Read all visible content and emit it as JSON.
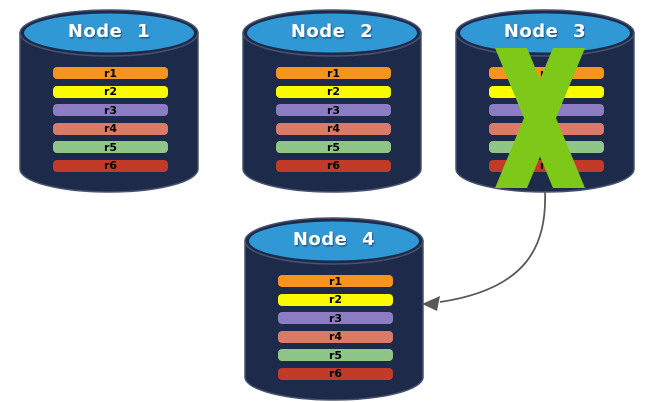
{
  "nodes": [
    {
      "id": "node-1",
      "label": "Node 1",
      "crossed_out": false,
      "rows": [
        {
          "label": "r1",
          "color": "#F7941D"
        },
        {
          "label": "r2",
          "color": "#FBFB00"
        },
        {
          "label": "r3",
          "color": "#8C7CC2"
        },
        {
          "label": "r4",
          "color": "#DC7A68"
        },
        {
          "label": "r5",
          "color": "#8FC687"
        },
        {
          "label": "r6",
          "color": "#C23A28"
        }
      ]
    },
    {
      "id": "node-2",
      "label": "Node 2",
      "crossed_out": false,
      "rows": [
        {
          "label": "r1",
          "color": "#F7941D"
        },
        {
          "label": "r2",
          "color": "#FBFB00"
        },
        {
          "label": "r3",
          "color": "#8C7CC2"
        },
        {
          "label": "r4",
          "color": "#DC7A68"
        },
        {
          "label": "r5",
          "color": "#8FC687"
        },
        {
          "label": "r6",
          "color": "#C23A28"
        }
      ]
    },
    {
      "id": "node-3",
      "label": "Node 3",
      "crossed_out": true,
      "rows": [
        {
          "label": "r1",
          "color": "#F7941D"
        },
        {
          "label": "r2",
          "color": "#FBFB00"
        },
        {
          "label": "r3",
          "color": "#8C7CC2"
        },
        {
          "label": "r4",
          "color": "#DC7A68"
        },
        {
          "label": "r5",
          "color": "#8FC687"
        },
        {
          "label": "r6",
          "color": "#C23A28"
        }
      ]
    },
    {
      "id": "node-4",
      "label": "Node 4",
      "crossed_out": false,
      "rows": [
        {
          "label": "r1",
          "color": "#F7941D"
        },
        {
          "label": "r2",
          "color": "#FBFB00"
        },
        {
          "label": "r3",
          "color": "#8C7CC2"
        },
        {
          "label": "r4",
          "color": "#DC7A68"
        },
        {
          "label": "r5",
          "color": "#8FC687"
        },
        {
          "label": "r6",
          "color": "#C23A28"
        }
      ]
    }
  ],
  "colors": {
    "cylinder_body": "#1D2A4A",
    "cylinder_top": "#2F98D5",
    "cylinder_outline": "#46536E",
    "cross_x": "#7EC819",
    "arrow": "#595959",
    "node_label_text": "#FFFFFF",
    "row_label_text": "#000000"
  },
  "arrow": {
    "from": "node-3",
    "to": "node-4"
  }
}
